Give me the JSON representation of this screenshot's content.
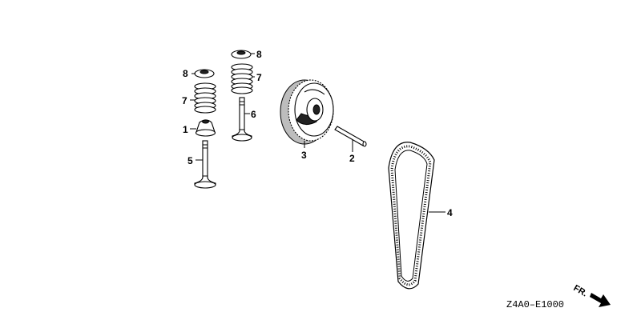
{
  "callouts": {
    "c1": "1",
    "c2": "2",
    "c3": "3",
    "c4": "4",
    "c5": "5",
    "c6": "6",
    "c7a": "7",
    "c7b": "7",
    "c8a": "8",
    "c8b": "8"
  },
  "diagram_code": "Z4A0–E1000",
  "direction_label": "FR."
}
